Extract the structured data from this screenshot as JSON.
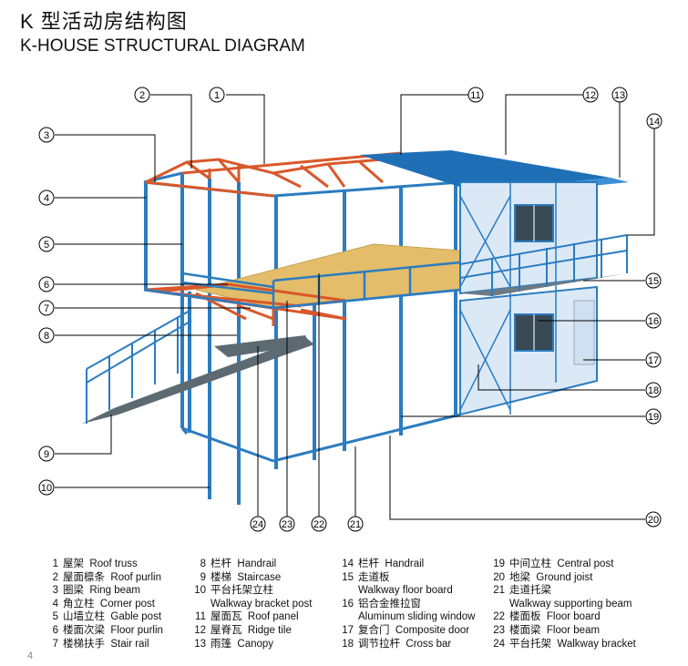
{
  "title_cn": "K 型活动房结构图",
  "title_en": "K-HOUSE STRUCTURAL DIAGRAM",
  "page_number": "4",
  "colors": {
    "frame": "#2b7cc0",
    "truss": "#d9582b",
    "roof": "#1f6fb7",
    "wall": "#dbe9f7",
    "floor": "#e3bd6a",
    "stair": "#5d6a72"
  },
  "callouts": [
    "1",
    "2",
    "3",
    "4",
    "5",
    "6",
    "7",
    "8",
    "9",
    "10",
    "11",
    "12",
    "13",
    "14",
    "15",
    "16",
    "17",
    "18",
    "19",
    "20",
    "21",
    "22",
    "23",
    "24"
  ],
  "legend": [
    {
      "num": "1",
      "cn": "屋架",
      "en": "Roof truss"
    },
    {
      "num": "2",
      "cn": "屋面檩条",
      "en": "Roof purlin"
    },
    {
      "num": "3",
      "cn": "圈梁",
      "en": "Ring beam"
    },
    {
      "num": "4",
      "cn": "角立柱",
      "en": "Corner post"
    },
    {
      "num": "5",
      "cn": "山墙立柱",
      "en": "Gable post"
    },
    {
      "num": "6",
      "cn": "楼面次梁",
      "en": "Floor purlin"
    },
    {
      "num": "7",
      "cn": "楼梯扶手",
      "en": "Stair rail"
    },
    {
      "num": "8",
      "cn": "栏杆",
      "en": "Handrail"
    },
    {
      "num": "9",
      "cn": "楼梯",
      "en": "Staircase"
    },
    {
      "num": "10",
      "cn": "平台托架立柱",
      "en": "",
      "en2": "Walkway bracket post"
    },
    {
      "num": "11",
      "cn": "屋面瓦",
      "en": "Roof panel"
    },
    {
      "num": "12",
      "cn": "屋脊瓦",
      "en": "Ridge tile"
    },
    {
      "num": "13",
      "cn": "雨篷",
      "en": "Canopy"
    },
    {
      "num": "14",
      "cn": "栏杆",
      "en": "Handrail"
    },
    {
      "num": "15",
      "cn": "走道板",
      "en": "",
      "en2": "Walkway floor board"
    },
    {
      "num": "16",
      "cn": "铝合金推拉窗",
      "en": "",
      "en2": "Aluminum sliding window"
    },
    {
      "num": "17",
      "cn": "复合门",
      "en": "Composite door"
    },
    {
      "num": "18",
      "cn": "调节拉杆",
      "en": "Cross bar"
    },
    {
      "num": "19",
      "cn": "中间立柱",
      "en": "Central post"
    },
    {
      "num": "20",
      "cn": "地梁",
      "en": "Ground joist"
    },
    {
      "num": "21",
      "cn": "走道托梁",
      "en": "",
      "en2": "Walkway supporting beam"
    },
    {
      "num": "22",
      "cn": "楼面板",
      "en": "Floor board"
    },
    {
      "num": "23",
      "cn": "楼面梁",
      "en": "Floor beam"
    },
    {
      "num": "24",
      "cn": "平台托架",
      "en": "Walkway bracket"
    }
  ]
}
